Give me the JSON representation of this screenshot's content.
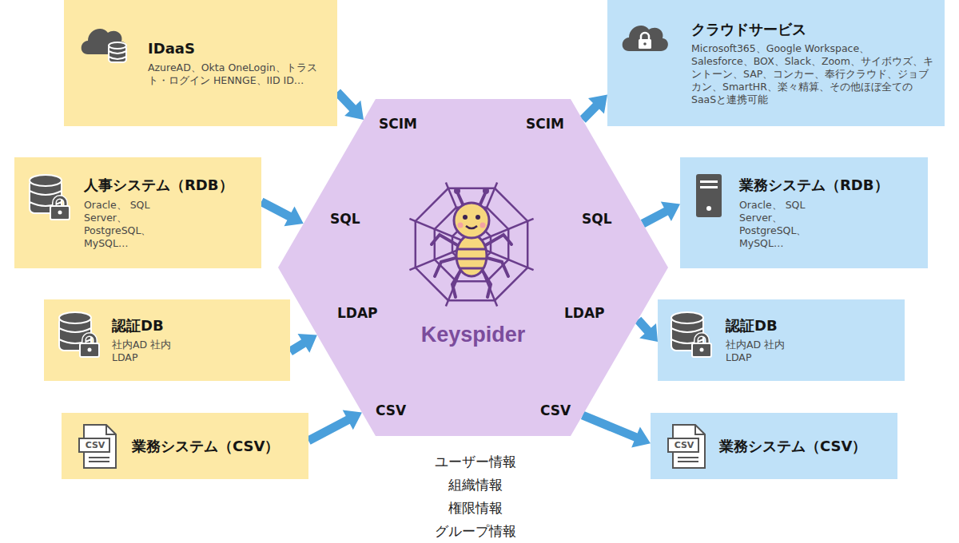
{
  "diagram": {
    "nodes": [
      {
        "text": [
          "IDaaS",
          "AzureAD、Okta OneLogin、トラスト・ログイン HENNGE、IID ID…"
        ]
      },
      {
        "text": [
          "人事システム（RDB）",
          "Oracle、 SQL Server、 PostgreSQL、 MySQL…"
        ]
      },
      {
        "text": [
          "認証DB",
          "社内AD 社内LDAP"
        ]
      },
      {
        "text": [
          "CSV",
          "業務システム（CSV）"
        ]
      },
      {
        "text": [
          "Keyspider"
        ]
      },
      {
        "text": [
          "クラウドサービス",
          "Microsoft365、Google Workspace、 Salesforce、BOX、Slack、Zoom、サイボウズ、キントーン、SAP、コンカー、奉行クラウド、ジョブカン、SmartHR、楽々精算、その他ほぼ全てのSaaSと連携可能"
        ]
      },
      {
        "text": [
          "業務システム（RDB）",
          "Oracle、 SQL Server、 PostgreSQL、 MySQL…"
        ]
      },
      {
        "text": [
          "認証DB",
          "社内AD 社内LDAP"
        ]
      },
      {
        "text": [
          "CSV",
          "業務システム（CSV）"
        ]
      }
    ],
    "edges": [
      {
        "from": 0,
        "to": 4,
        "arrow": "to"
      },
      {
        "from": 1,
        "to": 4,
        "arrow": "to"
      },
      {
        "from": 2,
        "to": 4,
        "arrow": "to"
      },
      {
        "from": 3,
        "to": 4,
        "arrow": "to"
      },
      {
        "from": 4,
        "to": 5,
        "arrow": "to"
      },
      {
        "from": 4,
        "to": 6,
        "arrow": "to"
      },
      {
        "from": 4,
        "to": 7,
        "arrow": "to"
      },
      {
        "from": 4,
        "to": 8,
        "arrow": "to"
      }
    ],
    "labels": [
      "SCIM",
      "SCIM",
      "SQL",
      "SQL",
      "LDAP",
      "LDAP",
      "CSV",
      "CSV",
      "ユーザー情報",
      "組織情報",
      "権限情報",
      "グループ情報"
    ]
  }
}
